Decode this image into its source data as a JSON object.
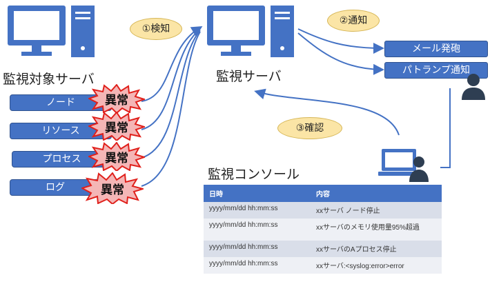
{
  "targets": {
    "heading": "監視対象サーバ",
    "items": [
      {
        "label": "ノード",
        "alert": "異常"
      },
      {
        "label": "リソース",
        "alert": "異常"
      },
      {
        "label": "プロセス",
        "alert": "異常"
      },
      {
        "label": "ログ",
        "alert": "異常"
      }
    ]
  },
  "server": {
    "heading": "監視サーバ"
  },
  "steps": {
    "detect": "①検知",
    "notify": "②通知",
    "confirm": "③確認"
  },
  "notifications": [
    "メール発砲",
    "パトランプ通知"
  ],
  "console": {
    "heading": "監視コンソール",
    "columns": [
      "日時",
      "内容"
    ],
    "rows": [
      [
        "yyyy/mm/dd hh:mm:ss",
        "xxサーバ ノード停止"
      ],
      [
        "yyyy/mm/dd hh:mm:ss",
        "xxサーバのメモリ使用量95%超過"
      ],
      [
        "yyyy/mm/dd hh:mm:ss",
        "xxサーバのAプロセス停止"
      ],
      [
        "yyyy/mm/dd hh:mm:ss",
        "xxサーバ:<syslog:error>error"
      ]
    ]
  },
  "colors": {
    "primary": "#4472c4",
    "burst_fill": "#f4b6b6",
    "burst_stroke": "#e0201b",
    "step_fill": "#fbe5a6",
    "person": "#2e3e52"
  },
  "icons": [
    "desktop-computer-icon",
    "server-tower-icon",
    "laptop-icon",
    "person-icon"
  ]
}
